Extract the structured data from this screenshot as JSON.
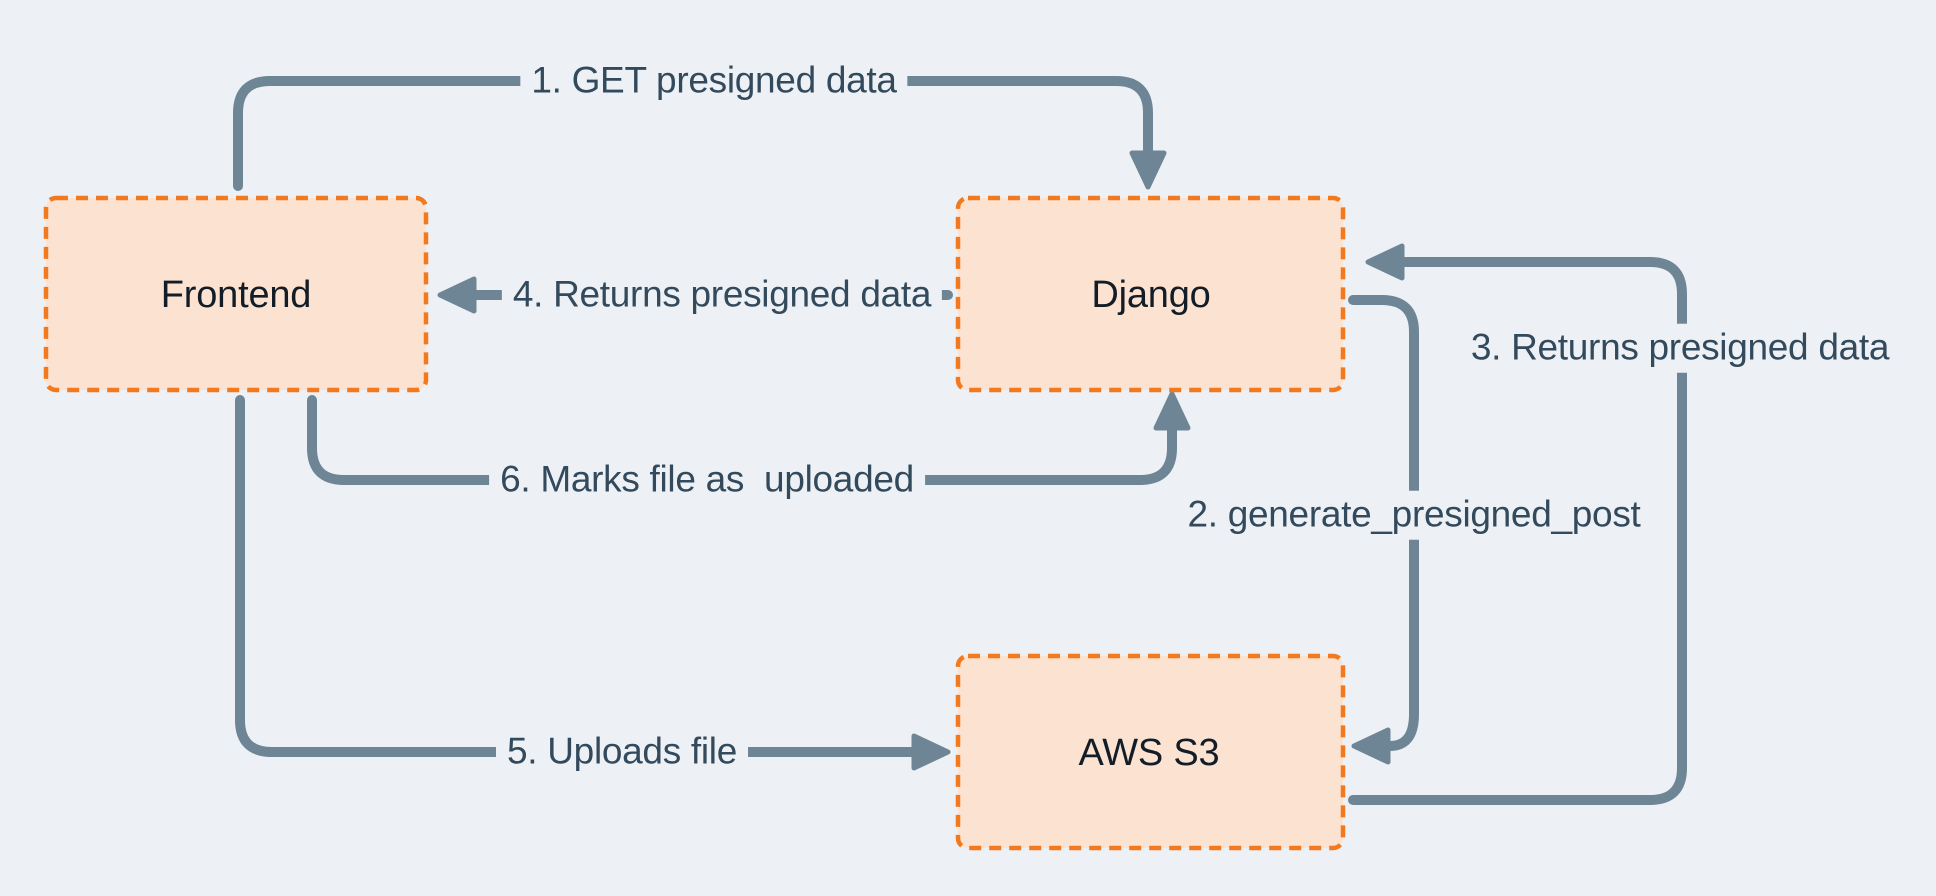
{
  "diagram": {
    "description": "Presigned upload flow between Frontend, Django and AWS S3",
    "colors": {
      "background": "#edf1f5",
      "node_fill": "#fce3d1",
      "node_border": "#f2791d",
      "arrow": "#6e8596",
      "edge_label_text": "#33495c",
      "node_label_text": "#131d27"
    },
    "nodes": [
      {
        "id": "frontend",
        "label": "Frontend"
      },
      {
        "id": "django",
        "label": "Django"
      },
      {
        "id": "aws_s3",
        "label": "AWS S3"
      }
    ],
    "edges": [
      {
        "step": 1,
        "from": "Frontend",
        "to": "Django",
        "label": "1. GET presigned data"
      },
      {
        "step": 2,
        "from": "Django",
        "to": "AWS S3",
        "label": "2. generate_presigned_post"
      },
      {
        "step": 3,
        "from": "AWS S3",
        "to": "Django",
        "label": "3. Returns presigned data"
      },
      {
        "step": 4,
        "from": "Django",
        "to": "Frontend",
        "label": "4. Returns presigned data"
      },
      {
        "step": 5,
        "from": "Frontend",
        "to": "AWS S3",
        "label": "5. Uploads file"
      },
      {
        "step": 6,
        "from": "Frontend",
        "to": "Django",
        "label": "6. Marks file as  uploaded"
      }
    ]
  }
}
